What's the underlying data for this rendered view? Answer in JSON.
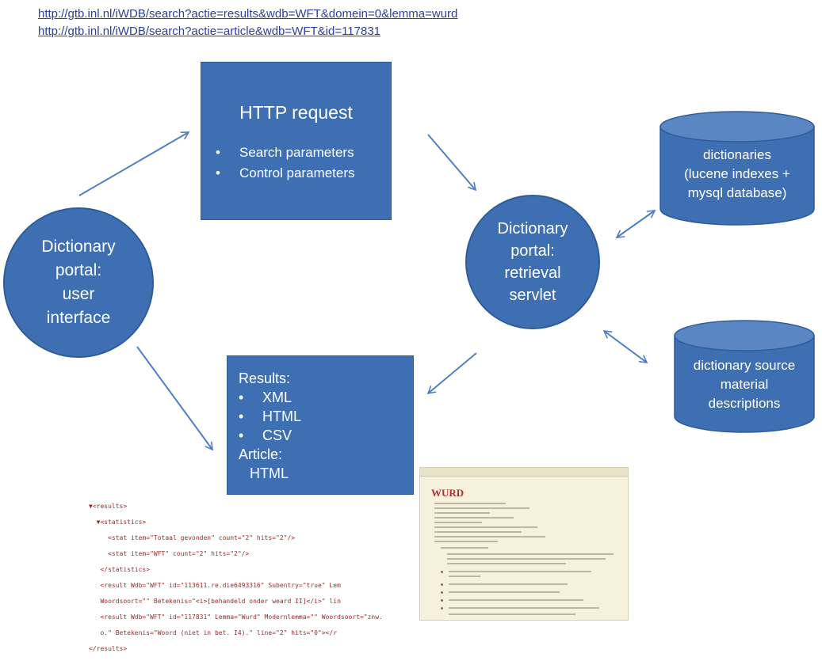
{
  "urls": [
    "http://gtb.inl.nl/iWDB/search?actie=results&wdb=WFT&domein=0&lemma=wurd",
    "http://gtb.inl.nl/iWDB/search?actie=article&wdb=WFT&id=117831"
  ],
  "http_request": {
    "title": "HTTP request",
    "bullet": "•",
    "items": [
      "Search parameters",
      "Control parameters"
    ]
  },
  "user_interface": {
    "lines": [
      "Dictionary",
      "portal:",
      "user",
      "interface"
    ]
  },
  "servlet": {
    "lines": [
      "Dictionary",
      "portal:",
      "retrieval",
      "servlet"
    ]
  },
  "dictionaries": {
    "lines": [
      "dictionaries",
      "(lucene indexes +",
      "mysql database)"
    ]
  },
  "source_material": {
    "lines": [
      "dictionary source",
      "material",
      "descriptions"
    ]
  },
  "results": {
    "heading": "Results:",
    "bullet": "•",
    "formats": [
      "XML",
      "HTML",
      "CSV"
    ],
    "article_heading": "Article:",
    "article_format": "HTML"
  },
  "xml_sample": {
    "lines": [
      "▼<results>",
      "  ▼<statistics>",
      "     <stat item=\"Totaal gevonden\" count=\"2\" hits=\"2\"/>",
      "     <stat item=\"WFT\" count=\"2\" hits=\"2\"/>",
      "   </statistics>",
      "   <result Wdb=\"WFT\" id=\"113611.re.die6493316\" Subentry=\"true\" Lem",
      "   Woordsoort=\"\" Betekenis=\"<i>[behandeld onder weard II]</i>\" lin",
      "   <result Wdb=\"WFT\" id=\"117831\" Lemma=\"Wurd\" Modernlemma=\"\" Woordsoort=\"znw.",
      "   o.\" Betekenis=\"Woord (niet in bet. I4).\" line=\"2\" hits=\"0\"></r",
      "</results>"
    ]
  },
  "article_screenshot": {
    "headword": "WURD"
  },
  "colors": {
    "shape_fill": "#3f6fb3",
    "shape_border": "#2f5c99",
    "arrow": "#4f7fc2",
    "url": "#2b3f9e"
  }
}
